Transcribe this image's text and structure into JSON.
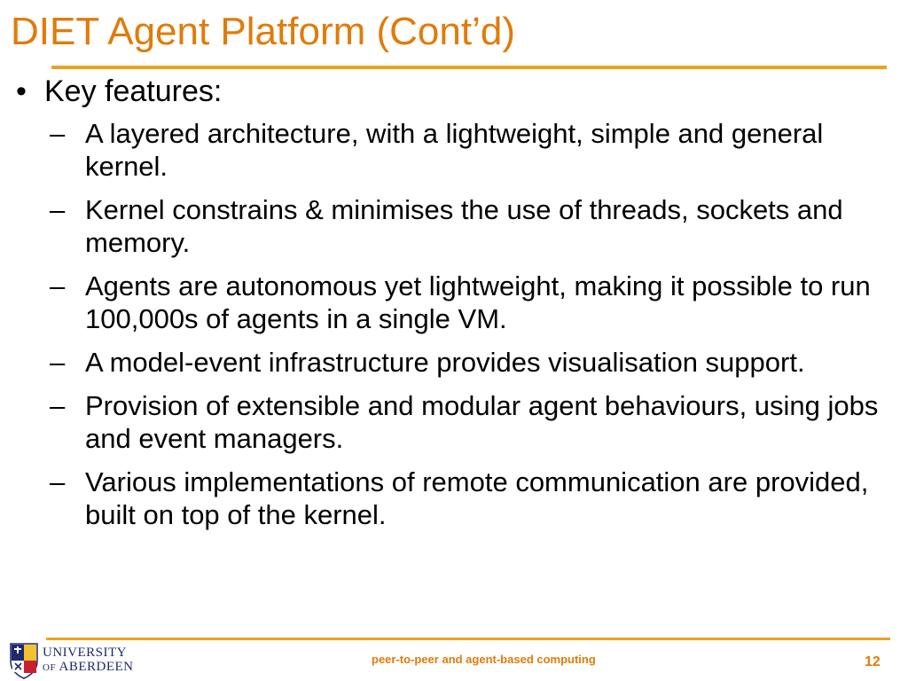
{
  "slide": {
    "title": "DIET Agent Platform (Cont’d)",
    "bullet": "Key features:",
    "bullet_symbol": "•",
    "dash_symbol": "–",
    "subitems": [
      "A layered architecture, with a lightweight, simple and general kernel.",
      "Kernel constrains & minimises the use of threads, sockets and memory.",
      "Agents are autonomous yet lightweight, making it possible to run 100,000s of agents in a single VM.",
      "A model-event infrastructure provides visualisation support.",
      "Provision of extensible and modular agent behaviours, using jobs and event managers.",
      "Various implementations of remote communication are provided, built on top of the kernel."
    ]
  },
  "footer": {
    "logo_line1": "UNIVERSITY",
    "logo_of": "OF",
    "logo_line2": "ABERDEEN",
    "center_text": "peer-to-peer and agent-based computing",
    "page_number": "12"
  },
  "colors": {
    "accent": "#e07b0a",
    "rule": "#f0a020",
    "logo": "#1d2a6b"
  }
}
